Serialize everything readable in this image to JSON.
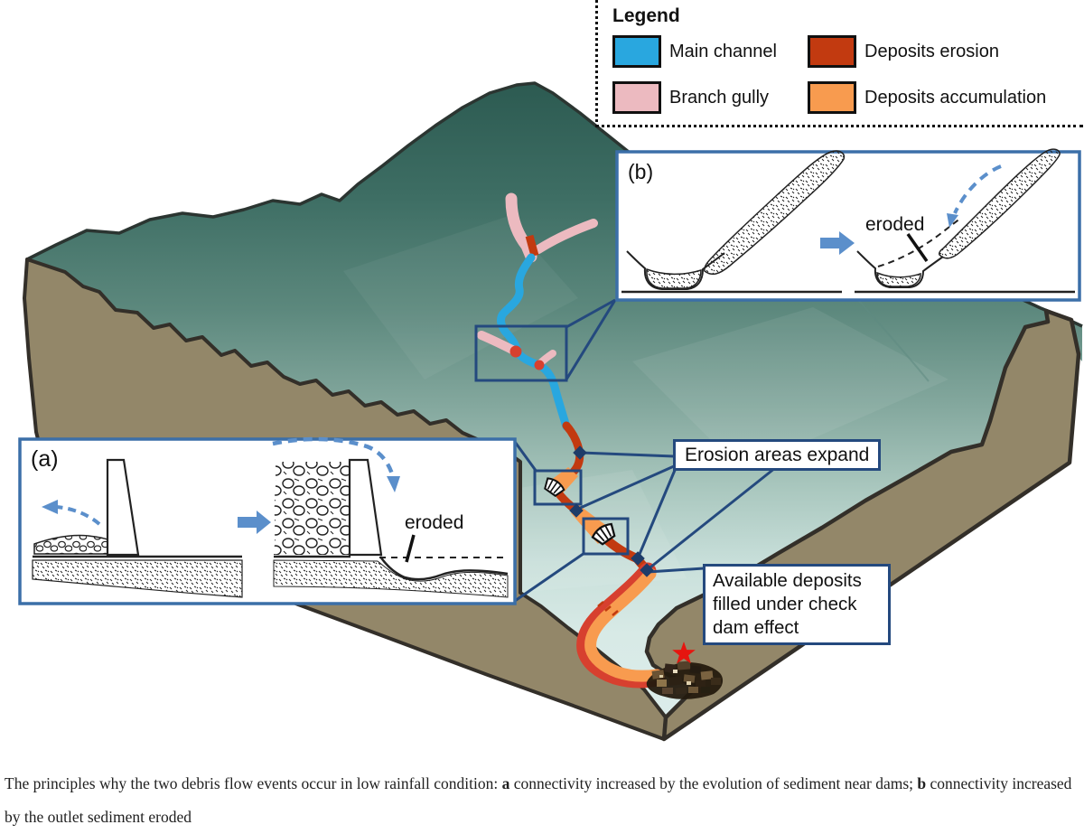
{
  "legend": {
    "title": "Legend",
    "items": [
      {
        "label": "Main channel",
        "color": "#29A7DF"
      },
      {
        "label": "Deposits erosion",
        "color": "#C23A10"
      },
      {
        "label": "Branch gully",
        "color": "#ECBAC0"
      },
      {
        "label": "Deposits accumulation",
        "color": "#F89B4F"
      }
    ]
  },
  "insets": {
    "a": {
      "label": "(a)",
      "eroded": "eroded"
    },
    "b": {
      "label": "(b)",
      "eroded": "eroded"
    }
  },
  "callouts": {
    "erosion_label": "Erosion areas expand",
    "deposits_label": "Available deposits filled under check dam effect"
  },
  "caption": {
    "part1": "The principles why the two debris flow events occur in low rainfall condition: ",
    "a_ref": "a",
    "part2": " connectivity increased by the evolution of sediment near dams; ",
    "b_ref": "b",
    "part3": " connectivity increased by the outlet sediment eroded"
  },
  "colors": {
    "main_channel": "#29A7DF",
    "deposits_erosion": "#C23A10",
    "branch_gully": "#ECBAC0",
    "deposits_accumulation": "#F89B4F",
    "junction_red": "#D7402F",
    "node_navy": "#1E3C69",
    "callout": "#24497E",
    "inset_border": "#3B6FA8",
    "arrow_blue": "#5B8FCB",
    "star_red": "#E6150F",
    "mountain_dark": "#2C5A51",
    "valley_light": "#DCEDEB",
    "cut_face_brown": "#938769"
  }
}
